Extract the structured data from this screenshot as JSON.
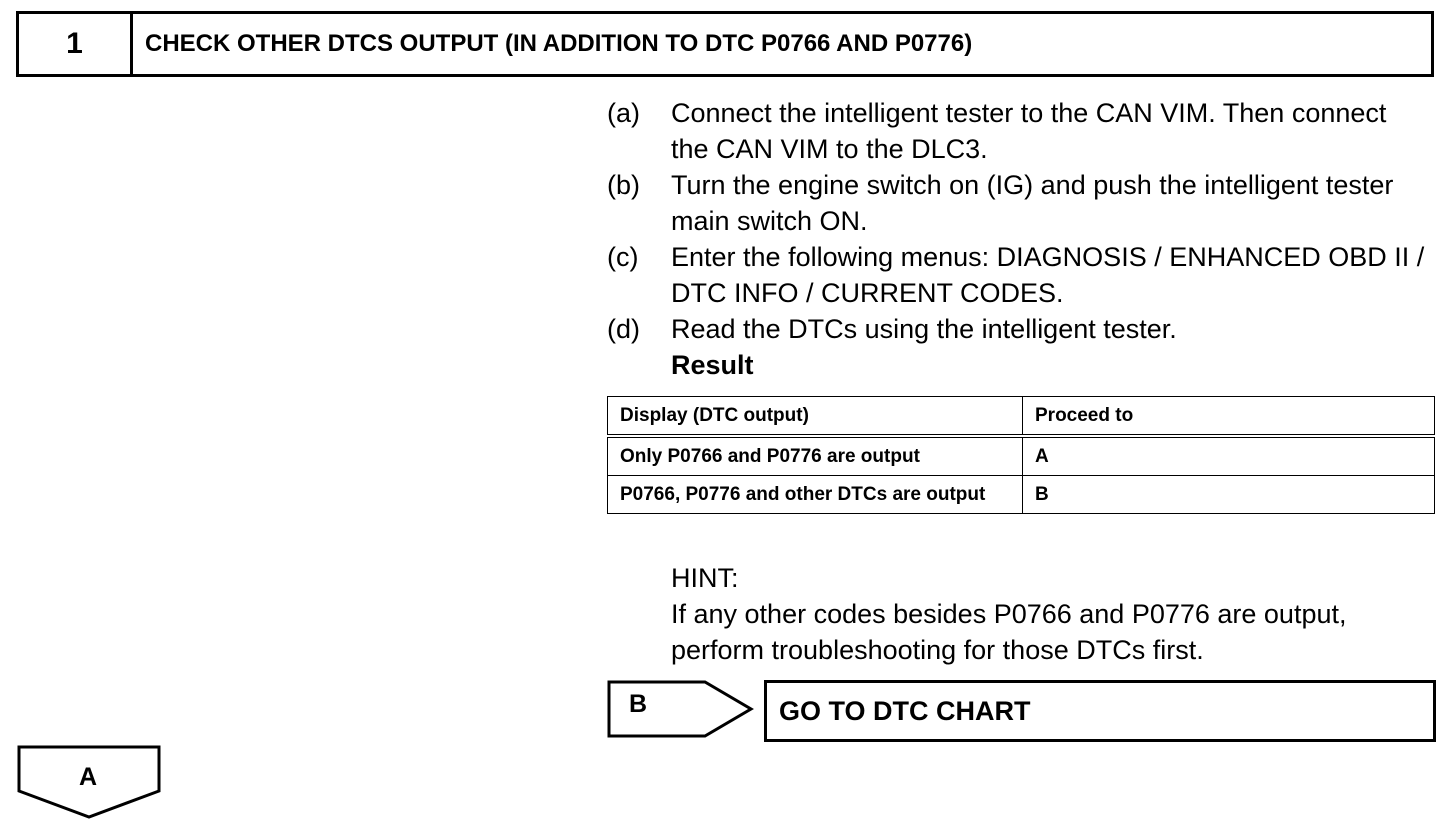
{
  "step": {
    "number": "1",
    "title": "CHECK OTHER DTCS OUTPUT (IN ADDITION TO DTC P0766 AND P0776)"
  },
  "instructions": [
    {
      "label": "(a)",
      "text": "Connect the intelligent tester to the CAN VIM. Then connect the CAN VIM to the DLC3."
    },
    {
      "label": "(b)",
      "text": "Turn the engine switch on (IG) and push the intelligent tester main switch ON."
    },
    {
      "label": "(c)",
      "text": "Enter the following menus: DIAGNOSIS / ENHANCED OBD II / DTC INFO / CURRENT CODES."
    },
    {
      "label": "(d)",
      "text": "Read the DTCs using the intelligent tester."
    }
  ],
  "result_label": "Result",
  "result_table": {
    "headers": [
      "Display (DTC output)",
      "Proceed to"
    ],
    "rows": [
      [
        "Only P0766 and P0776 are output",
        "A"
      ],
      [
        "P0766, P0776 and other DTCs are output",
        "B"
      ]
    ]
  },
  "hint": {
    "title": "HINT:",
    "text": "If any other codes besides P0766 and P0776 are output, perform troubleshooting for those DTCs first."
  },
  "branch_b": {
    "label": "B",
    "action": "GO TO DTC CHART"
  },
  "branch_a": {
    "label": "A"
  }
}
